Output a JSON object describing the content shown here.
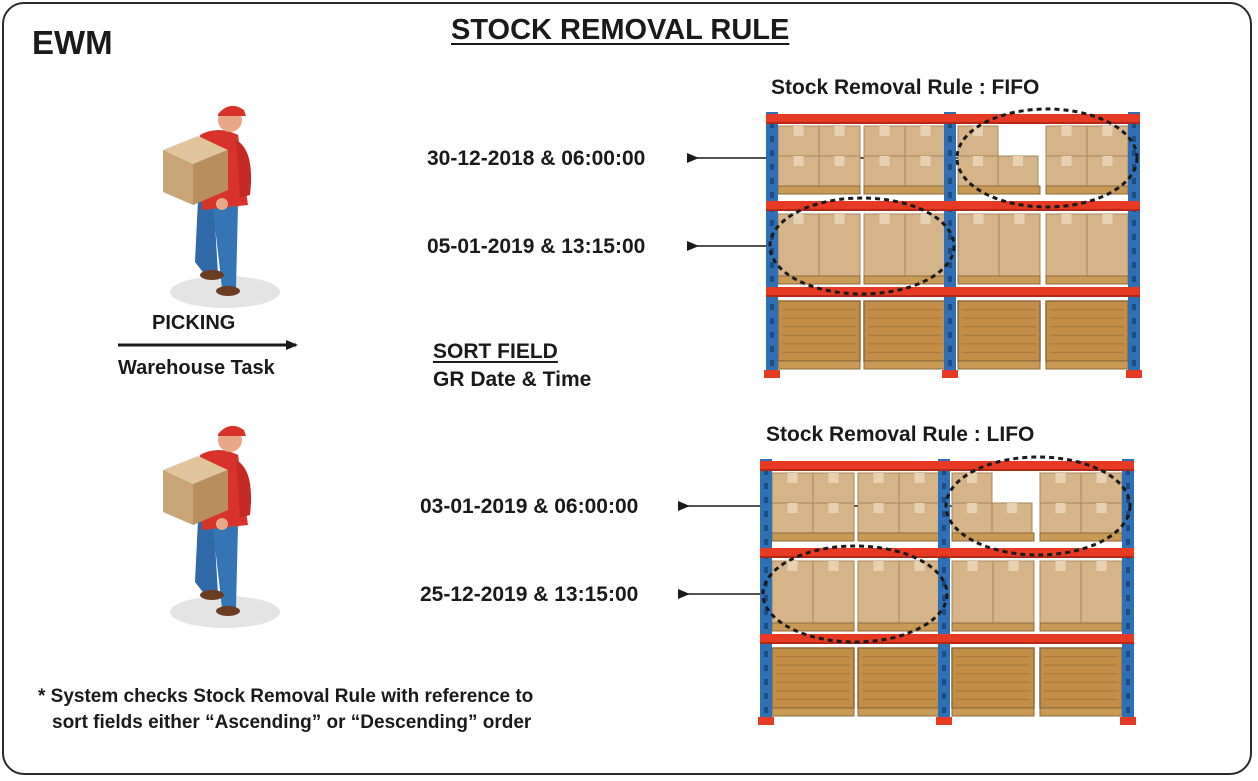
{
  "header": {
    "brand": "EWM",
    "title": "STOCK REMOVAL RULE"
  },
  "picking": {
    "label": "PICKING",
    "task": "Warehouse Task"
  },
  "sort_field": {
    "heading": "SORT FIELD",
    "value": "GR Date & Time"
  },
  "fifo": {
    "title": "Stock Removal Rule : FIFO",
    "entries": [
      "30-12-2018 & 06:00:00",
      "05-01-2019 & 13:15:00"
    ]
  },
  "lifo": {
    "title": "Stock Removal Rule : LIFO",
    "entries": [
      "03-01-2019 & 06:00:00",
      "25-12-2019 & 13:15:00"
    ]
  },
  "note": {
    "line1": "* System checks Stock Removal Rule with reference to",
    "line2": "sort fields either “Ascending” or “Descending” order"
  },
  "colors": {
    "beam": "#e63a24",
    "post": "#2f6fb5",
    "box": "#d5b48a",
    "pallet": "#c99a55",
    "shirt": "#d8332b",
    "jeans": "#2f69a8"
  }
}
